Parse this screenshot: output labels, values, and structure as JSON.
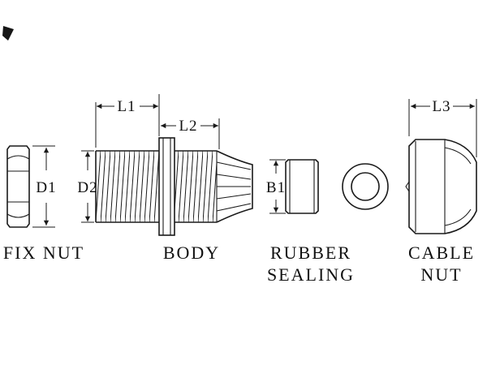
{
  "diagram": {
    "type": "technical-drawing",
    "background": "#ffffff",
    "line_color": "#1a1a1a",
    "parts": {
      "fix_nut": {
        "label": "FIX NUT",
        "dimensions": {
          "d1": "D1"
        }
      },
      "body": {
        "label": "BODY",
        "dimensions": {
          "l1": "L1",
          "l2": "L2",
          "d2": "D2"
        }
      },
      "rubber_sealing": {
        "label_line1": "RUBBER",
        "label_line2": "SEALING",
        "dimensions": {
          "b1": "B1"
        }
      },
      "cable_nut": {
        "label_line1": "CABLE",
        "label_line2": "NUT",
        "dimensions": {
          "l3": "L3"
        }
      }
    }
  }
}
